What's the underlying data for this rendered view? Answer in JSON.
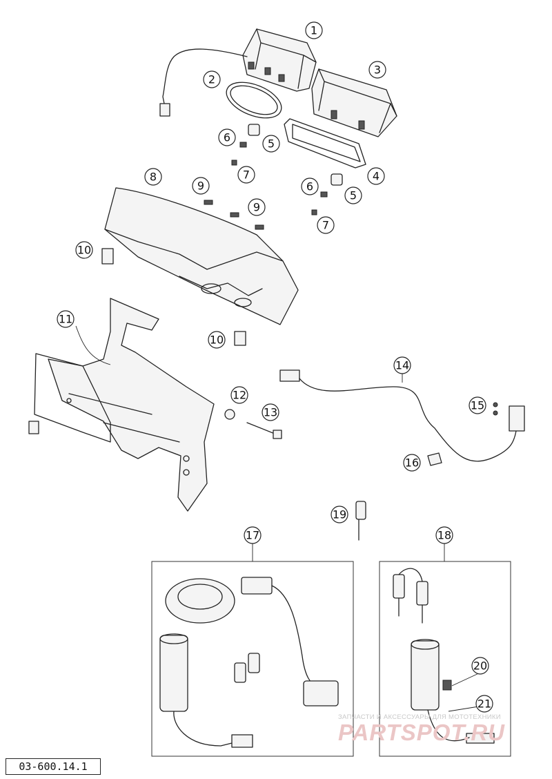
{
  "diagram": {
    "code": "03-600.14.1",
    "callouts": [
      "1",
      "2",
      "3",
      "4",
      "5",
      "5",
      "6",
      "6",
      "7",
      "7",
      "8",
      "9",
      "9",
      "10",
      "10",
      "11",
      "12",
      "13",
      "14",
      "15",
      "16",
      "17",
      "18",
      "19",
      "20",
      "21"
    ]
  },
  "watermark": {
    "caption": "ЗАПЧАСТИ И АКСЕССУАРЫ ДЛЯ МОТОТЕХНИКИ",
    "logo": "PARTSPOT.RU"
  }
}
